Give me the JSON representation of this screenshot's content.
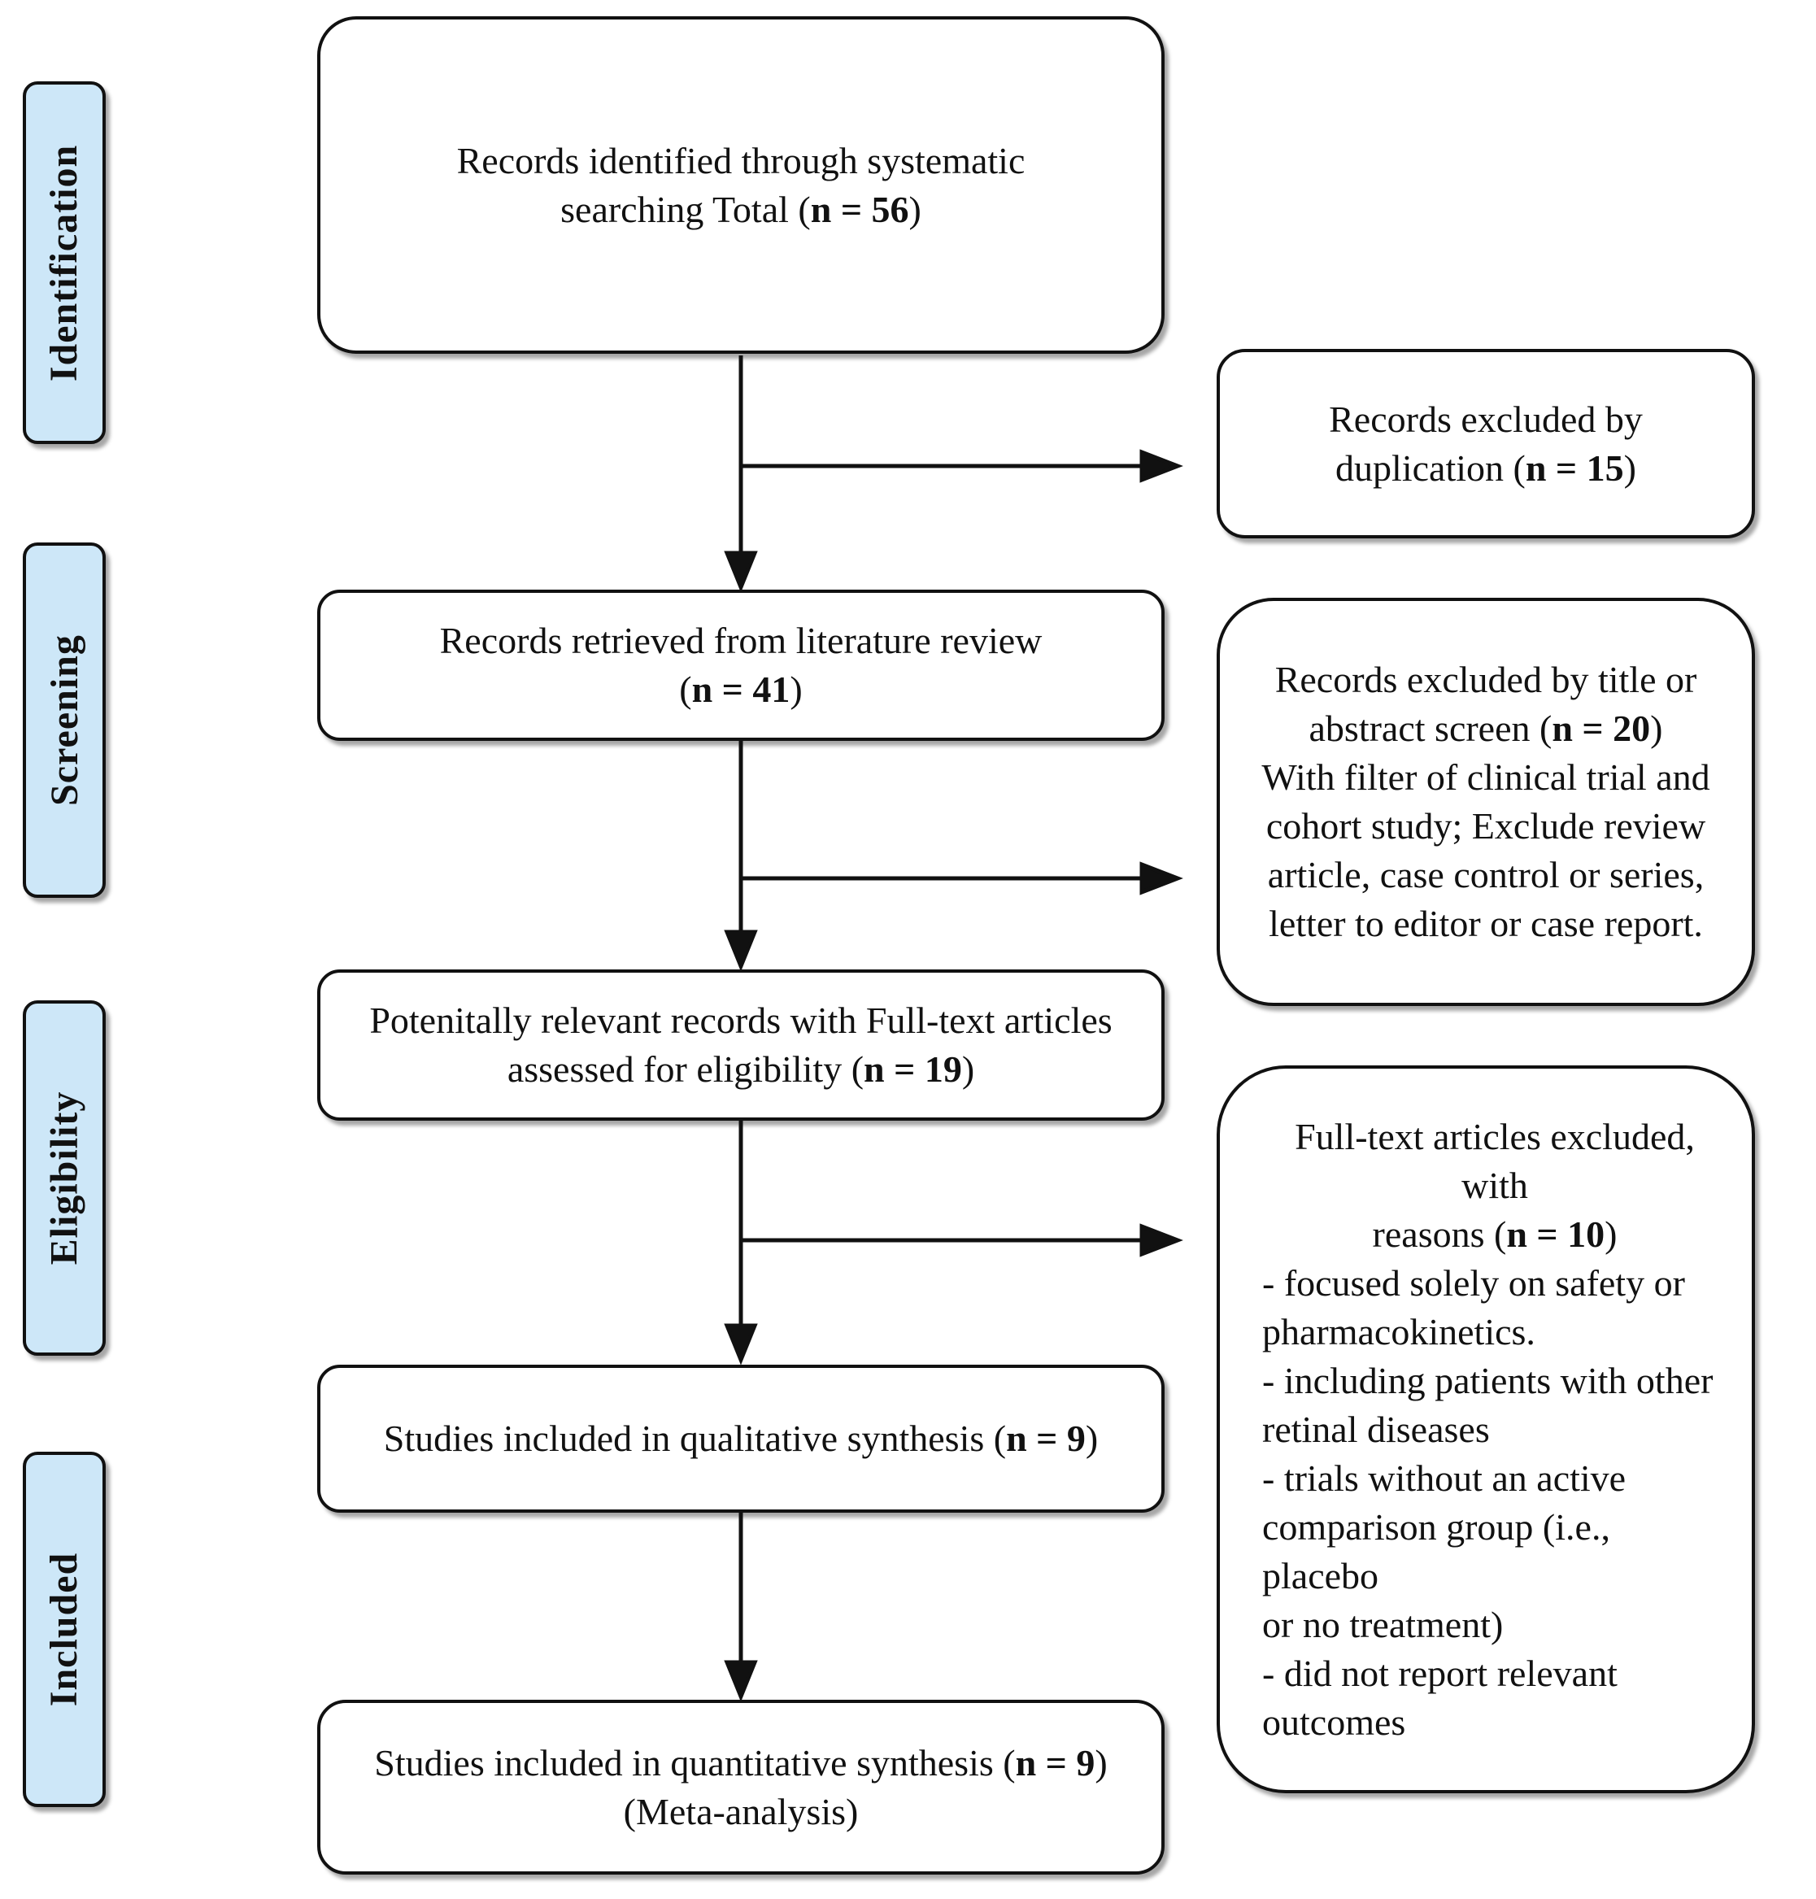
{
  "colors": {
    "stage_fill": "#cde7f8",
    "line_and_border": "#111111",
    "box_fill": "#ffffff"
  },
  "stages": [
    {
      "label": "Identification"
    },
    {
      "label": "Screening"
    },
    {
      "label": "Eligibility"
    },
    {
      "label": "Included"
    }
  ],
  "main_boxes": {
    "identified": {
      "lines": [
        {
          "align": "center",
          "segments": [
            {
              "text": "Records identified through systematic"
            }
          ]
        },
        {
          "align": "center",
          "segments": [
            {
              "text": "searching Total ("
            },
            {
              "text": "n = 56",
              "bold": true
            },
            {
              "text": ")"
            }
          ]
        }
      ]
    },
    "retrieved": {
      "lines": [
        {
          "align": "center",
          "segments": [
            {
              "text": "Records retrieved from literature review"
            }
          ]
        },
        {
          "align": "center",
          "segments": [
            {
              "text": "("
            },
            {
              "text": "n = 41",
              "bold": true
            },
            {
              "text": ")"
            }
          ]
        }
      ]
    },
    "fulltext_assessed": {
      "lines": [
        {
          "align": "center",
          "segments": [
            {
              "text": "Potenitally relevant records with Full-text articles"
            }
          ]
        },
        {
          "align": "center",
          "segments": [
            {
              "text": "assessed for eligibility ("
            },
            {
              "text": "n = 19",
              "bold": true
            },
            {
              "text": ")"
            }
          ]
        }
      ]
    },
    "qualitative": {
      "lines": [
        {
          "align": "center",
          "segments": [
            {
              "text": "Studies included in qualitative synthesis ("
            },
            {
              "text": "n = 9",
              "bold": true
            },
            {
              "text": ")"
            }
          ]
        }
      ]
    },
    "quantitative": {
      "lines": [
        {
          "align": "center",
          "segments": [
            {
              "text": "Studies included in quantitative synthesis ("
            },
            {
              "text": "n = 9",
              "bold": true
            },
            {
              "text": ")"
            }
          ]
        },
        {
          "align": "center",
          "segments": [
            {
              "text": "(Meta-analysis)"
            }
          ]
        }
      ]
    }
  },
  "side_boxes": {
    "excluded_duplication": {
      "lines": [
        {
          "align": "center",
          "segments": [
            {
              "text": "Records excluded by"
            }
          ]
        },
        {
          "align": "center",
          "segments": [
            {
              "text": "duplication ("
            },
            {
              "text": "n = 15",
              "bold": true
            },
            {
              "text": ")"
            }
          ]
        }
      ]
    },
    "excluded_title_abstract": {
      "lines": [
        {
          "align": "center",
          "segments": [
            {
              "text": "Records excluded by title or"
            }
          ]
        },
        {
          "align": "center",
          "segments": [
            {
              "text": "abstract screen ("
            },
            {
              "text": "n = 20",
              "bold": true
            },
            {
              "text": ")"
            }
          ]
        },
        {
          "align": "center",
          "segments": [
            {
              "text": "With filter of clinical trial and"
            }
          ]
        },
        {
          "align": "center",
          "segments": [
            {
              "text": "cohort study; Exclude review"
            }
          ]
        },
        {
          "align": "center",
          "segments": [
            {
              "text": "article, case control or series,"
            }
          ]
        },
        {
          "align": "center",
          "segments": [
            {
              "text": "letter to editor or case report."
            }
          ]
        }
      ]
    },
    "excluded_fulltext": {
      "lines": [
        {
          "align": "center",
          "segments": [
            {
              "text": "Full-text articles excluded, with"
            }
          ]
        },
        {
          "align": "center",
          "segments": [
            {
              "text": "reasons ("
            },
            {
              "text": "n = 10",
              "bold": true
            },
            {
              "text": ")"
            }
          ]
        },
        {
          "align": "left",
          "segments": [
            {
              "text": "- focused solely on safety or"
            }
          ]
        },
        {
          "align": "left",
          "segments": [
            {
              "text": "pharmacokinetics."
            }
          ]
        },
        {
          "align": "left",
          "segments": [
            {
              "text": "- including patients with other"
            }
          ]
        },
        {
          "align": "left",
          "segments": [
            {
              "text": "retinal diseases"
            }
          ]
        },
        {
          "align": "left",
          "segments": [
            {
              "text": "- trials without an active"
            }
          ]
        },
        {
          "align": "left",
          "segments": [
            {
              "text": "comparison group (i.e., placebo"
            }
          ]
        },
        {
          "align": "left",
          "segments": [
            {
              "text": "or no treatment)"
            }
          ]
        },
        {
          "align": "left",
          "segments": [
            {
              "text": "- did not report relevant"
            }
          ]
        },
        {
          "align": "left",
          "segments": [
            {
              "text": "outcomes"
            }
          ]
        }
      ]
    }
  }
}
